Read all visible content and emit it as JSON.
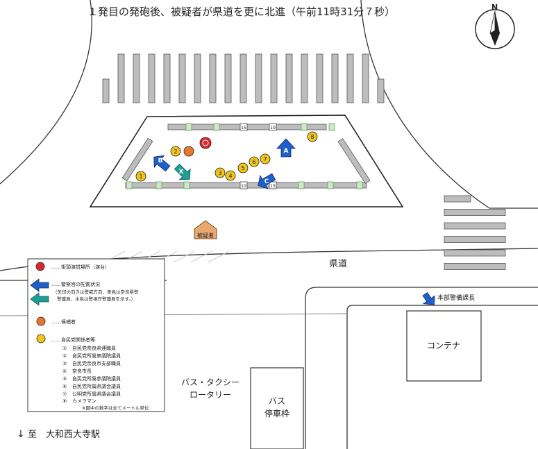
{
  "title": "１発目の発砲後、被疑者が県道を更に北進（午前11時31分７秒）",
  "compass": {
    "label": "N"
  },
  "road_label": "県道",
  "suspect": {
    "label": "被疑者"
  },
  "officers": [
    {
      "letter": "A",
      "color": "#1f5fc7"
    },
    {
      "letter": "B",
      "color": "#1f5fc7"
    },
    {
      "letter": "C",
      "color": "#1f5fc7"
    },
    {
      "letter": "X",
      "color": "#1f9e95"
    }
  ],
  "hq_officer": {
    "label": "本部警備課長",
    "color": "#1f5fc7"
  },
  "party_members": [
    "1",
    "2",
    "3",
    "4",
    "5",
    "6",
    "7",
    "8"
  ],
  "candidate_color": "#e8762d",
  "member_color": "#f0c419",
  "stage_color": "#d8282b",
  "container": {
    "label": "コンテナ"
  },
  "bus_stop": {
    "line1": "バス",
    "line2": "停車枠"
  },
  "rotary": {
    "line1": "バス・タクシー",
    "line2": "ロータリー"
  },
  "direction": {
    "arrow": "↓",
    "text": "至　大和西大寺駅"
  },
  "legend": {
    "stage": "……街頭演説場所（演台）",
    "police": "……警察官の配置状況",
    "police_note1": "（矢印の向きは警戒方向、青色は奈良県警",
    "police_note2": "警護員、水色は警視庁警護員を示す。）",
    "candidate": "……候補者",
    "party": "……自民党関係者等",
    "members": [
      {
        "no": "①",
        "text": "自民党奈良県連職員"
      },
      {
        "no": "②",
        "text": "自民党所属衆議院議員"
      },
      {
        "no": "③",
        "text": "自民党奈良市支部職員"
      },
      {
        "no": "④",
        "text": "奈良市長"
      },
      {
        "no": "⑤",
        "text": "自民党所属参議院議員"
      },
      {
        "no": "⑥",
        "text": "自民党所属県議会議員"
      },
      {
        "no": "⑦",
        "text": "公明党所属県議会議員"
      },
      {
        "no": "⑧",
        "text": "カメラマン"
      }
    ],
    "note": "※図中の数字は全てメートル単位"
  },
  "barrier_marks": [
    "15",
    "10",
    "10",
    "15"
  ]
}
